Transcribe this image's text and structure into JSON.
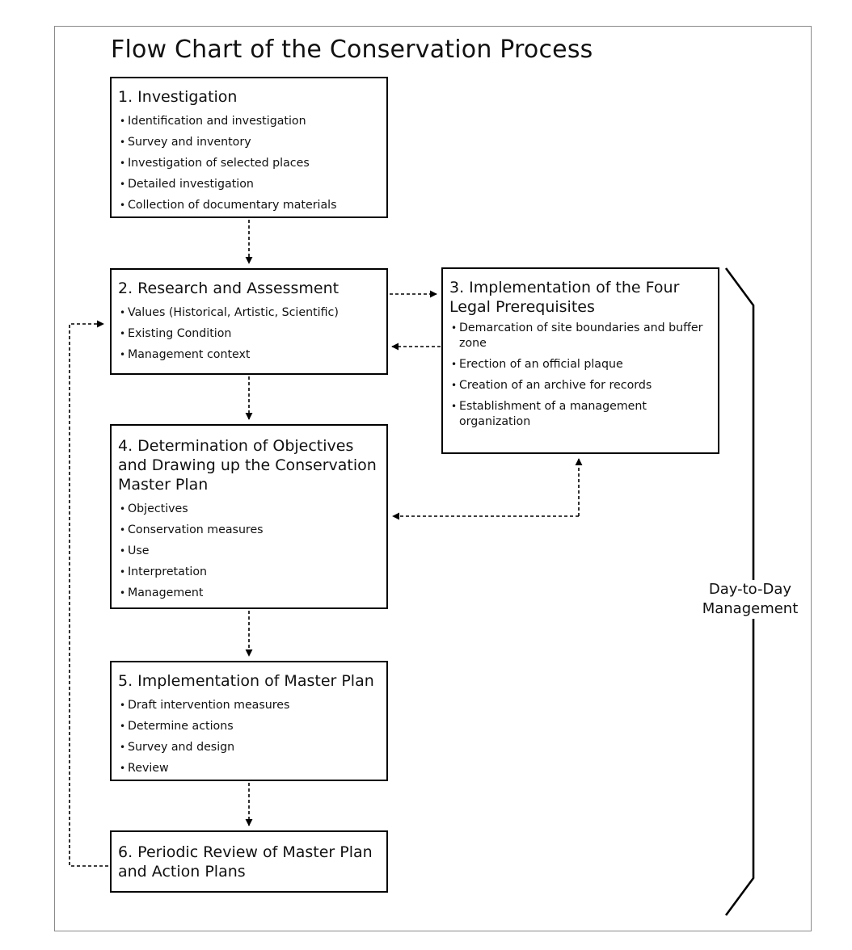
{
  "title": "Flow Chart of the Conservation Process",
  "steps": [
    {
      "heading": "1. Investigation",
      "items": [
        "Identification and investigation",
        "Survey and inventory",
        "Investigation of selected places",
        "Detailed investigation",
        "Collection of documentary materials"
      ]
    },
    {
      "heading": "2. Research and Assessment",
      "items": [
        "Values (Historical, Artistic, Scientific)",
        "Existing Condition",
        "Management context"
      ]
    },
    {
      "heading": "3. Implementation of the Four Legal Prerequisites",
      "items": [
        "Demarcation of site boundaries and buffer zone",
        "Erection of an official plaque",
        "Creation of an archive for records",
        "Establishment of a management organization"
      ]
    },
    {
      "heading": "4. Determination of Objectives and Drawing up the Conservation Master Plan",
      "items": [
        "Objectives",
        "Conservation measures",
        "Use",
        "Interpretation",
        "Management"
      ]
    },
    {
      "heading": "5. Implementation of Master Plan",
      "items": [
        "Draft intervention measures",
        "Determine actions",
        "Survey and design",
        "Review"
      ]
    },
    {
      "heading": "6. Periodic Review of Master Plan and Action Plans",
      "items": []
    }
  ],
  "side_label": {
    "line1": "Day-to-Day",
    "line2": "Management"
  },
  "connectors": [
    {
      "from": "1",
      "to": "2",
      "style": "dashed"
    },
    {
      "from": "2",
      "to": "3",
      "style": "dashed"
    },
    {
      "from": "3",
      "to": "2",
      "style": "dashed"
    },
    {
      "from": "2",
      "to": "4",
      "style": "dashed"
    },
    {
      "from": "4",
      "to": "3",
      "style": "dashed",
      "bidirectional": true
    },
    {
      "from": "4",
      "to": "5",
      "style": "dashed"
    },
    {
      "from": "5",
      "to": "6",
      "style": "dashed"
    },
    {
      "from": "6",
      "to": "2",
      "style": "dashed"
    }
  ],
  "colors": {
    "line": "#000000",
    "frame": "#8a8a8a",
    "background": "#ffffff"
  }
}
